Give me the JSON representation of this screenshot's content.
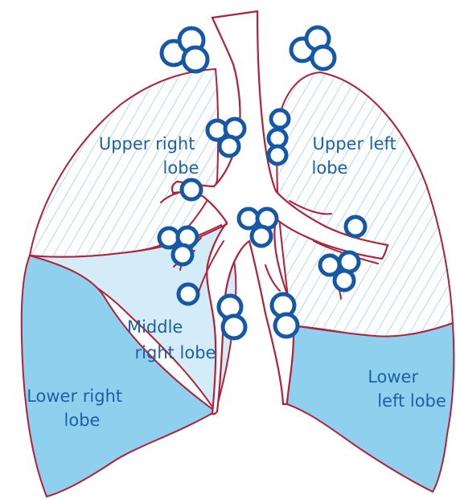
{
  "labels": {
    "upper_right": [
      "Upper right",
      "lobe"
    ],
    "upper_left": [
      "Upper left",
      "lobe"
    ],
    "middle_right": [
      "Middle",
      "right lobe"
    ],
    "lower_right": [
      "Lower right",
      "lobe"
    ],
    "lower_left": [
      "Lower",
      "left lobe"
    ]
  },
  "colors": {
    "outline": "#b0213a",
    "node_stroke": "#1559a6",
    "lower_lobe_fill": "#8fd0ee",
    "middle_lobe_fill": "#d3ecf8",
    "hatch": "#8fcbe6",
    "label_text": "#1f5fa6"
  }
}
